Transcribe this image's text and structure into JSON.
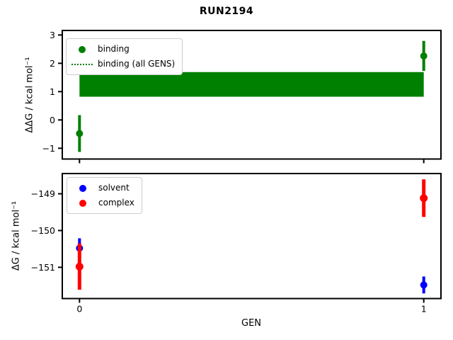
{
  "title": "RUN2194",
  "xlabel": "GEN",
  "chart_data": [
    {
      "type": "scatter",
      "subplot": "binding-free-energy",
      "ylabel": "ΔΔG / kcal mol⁻¹",
      "xlim": [
        -0.05,
        1.05
      ],
      "ylim": [
        -1.38,
        3.16
      ],
      "yticks": [
        3,
        2,
        1,
        0,
        -1
      ],
      "xticks": [
        0,
        1
      ],
      "show_xticklabels": false,
      "grid": false,
      "legend_position": "upper-left",
      "legend_items": [
        {
          "label": "binding",
          "marker": "dot",
          "color": "#008000"
        },
        {
          "label": "binding (all GENS)",
          "marker": "dotted-line",
          "color": "#008000"
        }
      ],
      "series": [
        {
          "name": "binding",
          "color": "#008000",
          "marker": "circle",
          "linewidth": 4,
          "markersize": 10,
          "x": [
            0,
            1
          ],
          "y": [
            -0.48,
            2.26
          ],
          "yerr": [
            0.65,
            0.53
          ]
        }
      ],
      "band": {
        "name": "binding (all GENS)",
        "color": "#008000",
        "x": [
          0,
          1
        ],
        "y_low": 0.82,
        "y_high": 1.69
      }
    },
    {
      "type": "scatter",
      "subplot": "component-free-energy",
      "ylabel": "ΔG / kcal mol⁻¹",
      "xlim": [
        -0.05,
        1.05
      ],
      "ylim": [
        -151.85,
        -148.45
      ],
      "yticks": [
        -149,
        -150,
        -151
      ],
      "xticks": [
        0,
        1
      ],
      "show_xticklabels": true,
      "grid": false,
      "legend_position": "upper-left",
      "legend_items": [
        {
          "label": "solvent",
          "marker": "dot",
          "color": "#0000ff"
        },
        {
          "label": "complex",
          "marker": "dot",
          "color": "#ff0000"
        }
      ],
      "series": [
        {
          "name": "solvent",
          "color": "#0000ff",
          "marker": "circle",
          "linewidth": 4,
          "markersize": 10,
          "x": [
            0,
            1
          ],
          "y": [
            -150.48,
            -151.48
          ],
          "yerr": [
            0.27,
            0.23
          ]
        },
        {
          "name": "complex",
          "color": "#ff0000",
          "marker": "circle",
          "linewidth": 5,
          "markersize": 11,
          "x": [
            0,
            1
          ],
          "y": [
            -150.98,
            -149.12
          ],
          "yerr": [
            0.63,
            0.51
          ]
        }
      ]
    }
  ]
}
